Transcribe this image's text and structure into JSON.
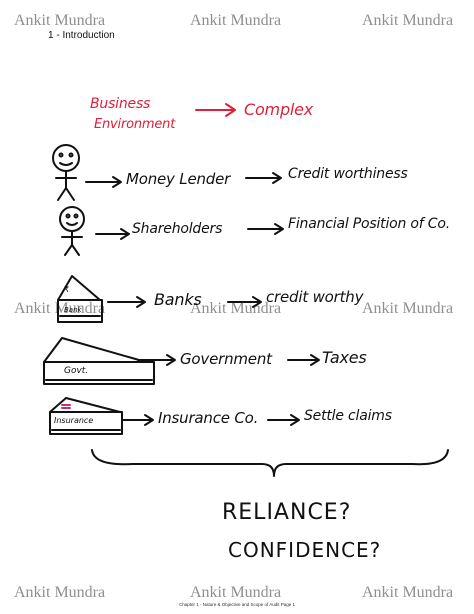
{
  "watermark": "Ankit Mundra",
  "subtitle": "1 - Introduction",
  "header": {
    "line1": "Business",
    "line2": "Environment",
    "arrow_target": "Complex"
  },
  "rows": [
    {
      "stakeholder": "Money Lender",
      "interest": "Credit worthiness"
    },
    {
      "stakeholder": "Shareholders",
      "interest": "Financial Position of Co."
    },
    {
      "icon_label": "₹",
      "box_label": "Bank",
      "stakeholder": "Banks",
      "interest": "credit worthy"
    },
    {
      "box_label": "Govt.",
      "stakeholder": "Government",
      "interest": "Taxes"
    },
    {
      "box_label": "Insurance",
      "stakeholder": "Insurance Co.",
      "interest": "Settle claims"
    }
  ],
  "closing": {
    "line1": "RELIANCE?",
    "line2": "CONFIDENCE?"
  },
  "footer": "Chapter 1 - Nature & Objective and Scope of Audit Page 1",
  "colors": {
    "accent": "#e0203a",
    "ink": "#111111",
    "watermark": "#8f8f8f"
  }
}
